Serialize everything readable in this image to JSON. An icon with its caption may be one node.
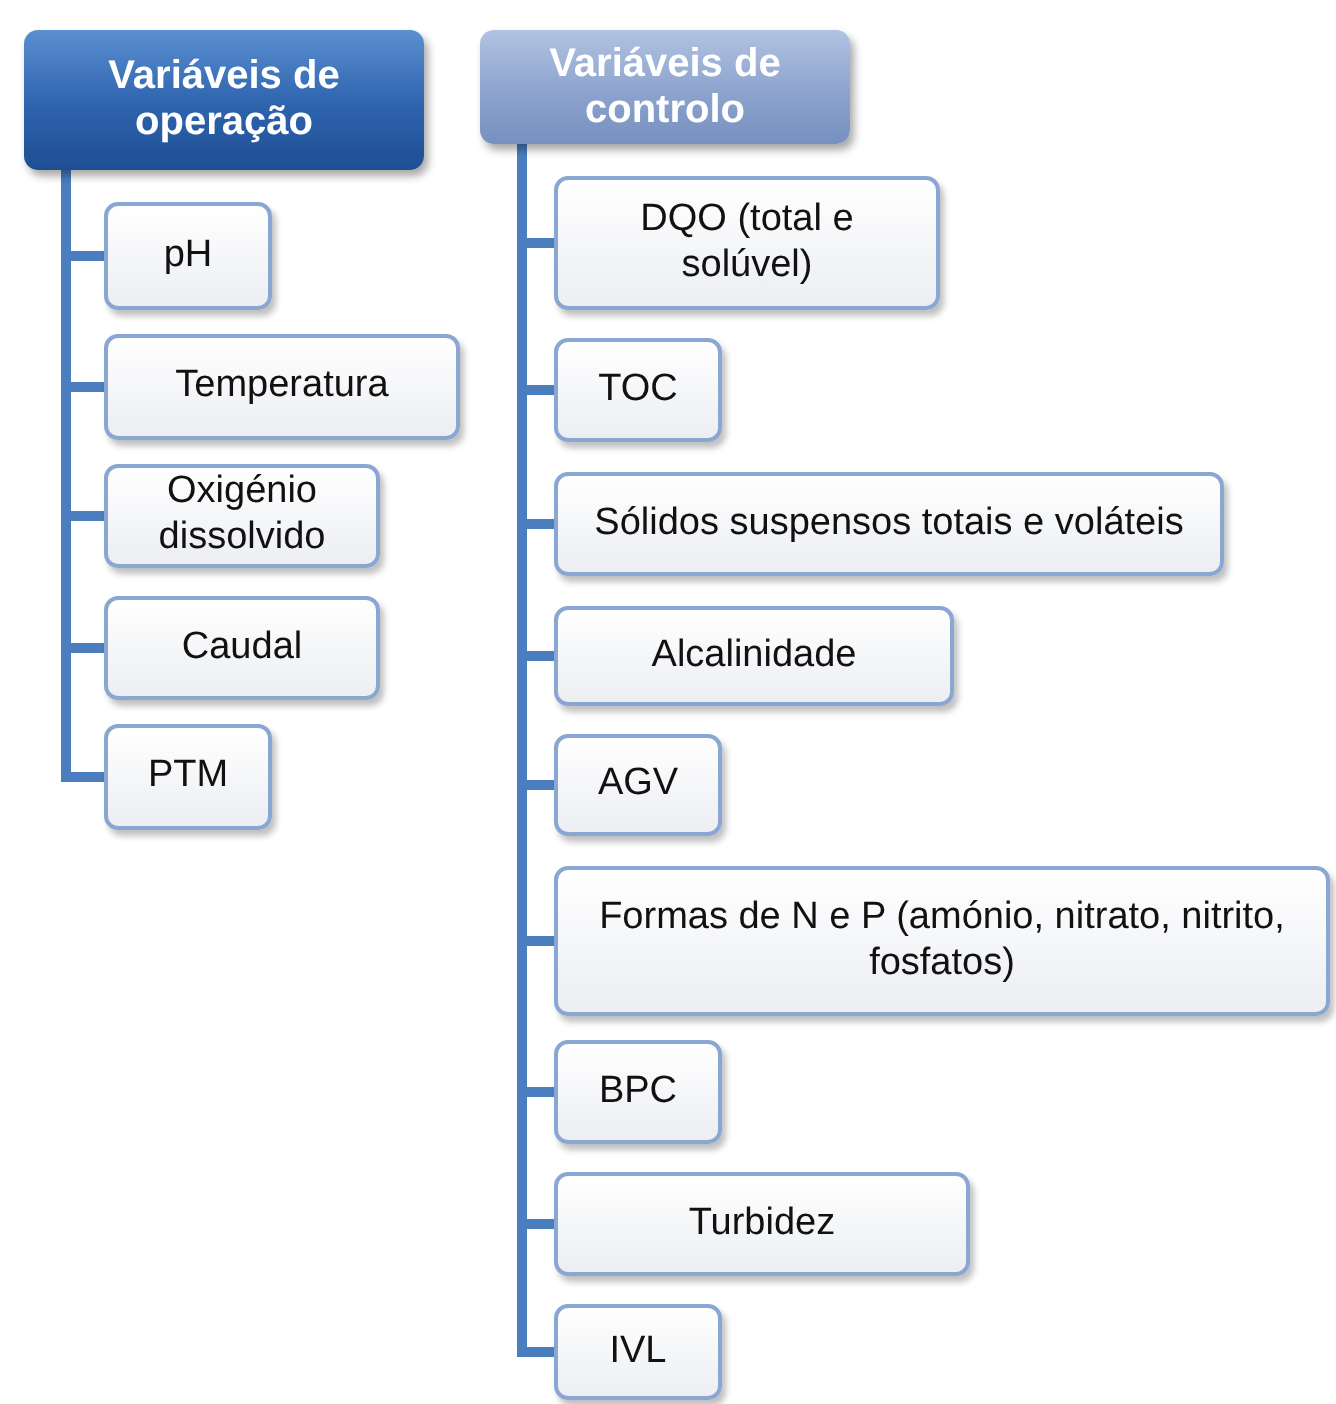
{
  "diagram": {
    "nodes": [
      {
        "text": [
          "Variáveis de operação"
        ]
      },
      {
        "text": [
          "pH"
        ]
      },
      {
        "text": [
          "Temperatura"
        ]
      },
      {
        "text": [
          "Oxigénio dissolvido"
        ]
      },
      {
        "text": [
          "Caudal"
        ]
      },
      {
        "text": [
          "PTM"
        ]
      },
      {
        "text": [
          "Variáveis de controlo"
        ]
      },
      {
        "text": [
          "DQO (total e solúvel)"
        ]
      },
      {
        "text": [
          "TOC"
        ]
      },
      {
        "text": [
          "Sólidos suspensos totais e voláteis"
        ]
      },
      {
        "text": [
          "Alcalinidade"
        ]
      },
      {
        "text": [
          "AGV"
        ]
      },
      {
        "text": [
          "Formas de N e P (amónio, nitrato, nitrito, fosfatos)"
        ]
      },
      {
        "text": [
          "BPC"
        ]
      },
      {
        "text": [
          "Turbidez"
        ]
      },
      {
        "text": [
          "IVL"
        ]
      }
    ],
    "edges": [
      {
        "from": 0,
        "to": 1,
        "arrow": "none"
      },
      {
        "from": 0,
        "to": 2,
        "arrow": "none"
      },
      {
        "from": 0,
        "to": 3,
        "arrow": "none"
      },
      {
        "from": 0,
        "to": 4,
        "arrow": "none"
      },
      {
        "from": 0,
        "to": 5,
        "arrow": "none"
      },
      {
        "from": 6,
        "to": 7,
        "arrow": "none"
      },
      {
        "from": 6,
        "to": 8,
        "arrow": "none"
      },
      {
        "from": 6,
        "to": 9,
        "arrow": "none"
      },
      {
        "from": 6,
        "to": 10,
        "arrow": "none"
      },
      {
        "from": 6,
        "to": 11,
        "arrow": "none"
      },
      {
        "from": 6,
        "to": 12,
        "arrow": "none"
      },
      {
        "from": 6,
        "to": 13,
        "arrow": "none"
      },
      {
        "from": 6,
        "to": 14,
        "arrow": "none"
      },
      {
        "from": 6,
        "to": 15,
        "arrow": "none"
      }
    ]
  }
}
